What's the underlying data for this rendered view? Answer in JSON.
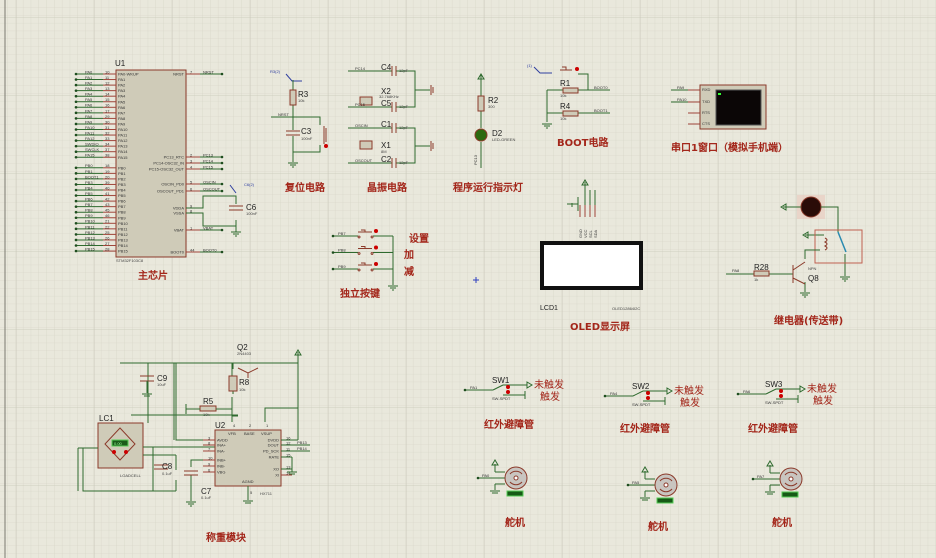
{
  "colors": {
    "background": "#e9e8dc",
    "grid": "#d3d2c4",
    "wire": "#2e6a2e",
    "component": "#8b3a2a",
    "label": "#a3261a",
    "probe": "#3040a0"
  },
  "u1": {
    "ref": "U1",
    "part": "STM32F103C8",
    "section_label": "主芯片",
    "left_pins": [
      {
        "net": "PA0",
        "num": "10",
        "name": "PA0-WKUP"
      },
      {
        "net": "PA1",
        "num": "11",
        "name": "PA1"
      },
      {
        "net": "PA2",
        "num": "12",
        "name": "PA2"
      },
      {
        "net": "PA3",
        "num": "13",
        "name": "PA3"
      },
      {
        "net": "PA4",
        "num": "14",
        "name": "PA4"
      },
      {
        "net": "PA5",
        "num": "15",
        "name": "PA5"
      },
      {
        "net": "PA6",
        "num": "16",
        "name": "PA6"
      },
      {
        "net": "PA7",
        "num": "17",
        "name": "PA7"
      },
      {
        "net": "PA8",
        "num": "29",
        "name": "PA8"
      },
      {
        "net": "PA9",
        "num": "30",
        "name": "PA9"
      },
      {
        "net": "PA10",
        "num": "31",
        "name": "PA10"
      },
      {
        "net": "PA11",
        "num": "32",
        "name": "PA11"
      },
      {
        "net": "PA12",
        "num": "33",
        "name": "PA12"
      },
      {
        "net": "SWDIO",
        "num": "34",
        "name": "PA13"
      },
      {
        "net": "SWCLK",
        "num": "37",
        "name": "PA14"
      },
      {
        "net": "PA15",
        "num": "38",
        "name": "PA15"
      },
      {
        "net": "PB0",
        "num": "18",
        "name": "PB0"
      },
      {
        "net": "PB1",
        "num": "19",
        "name": "PB1"
      },
      {
        "net": "BOOT1",
        "num": "20",
        "name": "PB2"
      },
      {
        "net": "PB3",
        "num": "39",
        "name": "PB3"
      },
      {
        "net": "PB4",
        "num": "40",
        "name": "PB4"
      },
      {
        "net": "PB5",
        "num": "41",
        "name": "PB5"
      },
      {
        "net": "PB6",
        "num": "42",
        "name": "PB6"
      },
      {
        "net": "PB7",
        "num": "43",
        "name": "PB7"
      },
      {
        "net": "PB8",
        "num": "45",
        "name": "PB8"
      },
      {
        "net": "PB9",
        "num": "46",
        "name": "PB9"
      },
      {
        "net": "PB10",
        "num": "21",
        "name": "PB10"
      },
      {
        "net": "PB11",
        "num": "22",
        "name": "PB11"
      },
      {
        "net": "PB12",
        "num": "25",
        "name": "PB12"
      },
      {
        "net": "PB13",
        "num": "26",
        "name": "PB13"
      },
      {
        "net": "PB14",
        "num": "27",
        "name": "PB14"
      },
      {
        "net": "PB15",
        "num": "28",
        "name": "PB15"
      }
    ],
    "right_pins": [
      {
        "net": "NRST",
        "num": "7",
        "name": "NRST"
      },
      {
        "net": "PC13",
        "num": "2",
        "name": "PC13_RTC"
      },
      {
        "net": "PC14",
        "num": "3",
        "name": "PC14-OSC32_IN"
      },
      {
        "net": "PC15",
        "num": "4",
        "name": "PC15-OSC32_OUT"
      },
      {
        "net": "OSCIN",
        "num": "5",
        "name": "OSCIN_PD0"
      },
      {
        "net": "OSCOUT",
        "num": "6",
        "name": "OSCOUT_PD1"
      },
      {
        "net": "",
        "num": "9",
        "name": "VDDA"
      },
      {
        "net": "",
        "num": "8",
        "name": "VSSA"
      },
      {
        "net": "VBAT",
        "num": "1",
        "name": "VBAT"
      },
      {
        "net": "BOOT0",
        "num": "44",
        "name": "BOOT0"
      }
    ],
    "c6": {
      "ref": "C6",
      "value": "100nF",
      "probe": "C6(2)"
    }
  },
  "reset": {
    "section_label": "复位电路",
    "r3": {
      "ref": "R3",
      "value": "10k",
      "probe": "R3(2)"
    },
    "c3": {
      "ref": "C3",
      "value": "100nF"
    },
    "net": "NRST"
  },
  "crystal": {
    "section_label": "晶振电路",
    "c4": {
      "ref": "C4",
      "value": "12pF"
    },
    "x2": {
      "ref": "X2",
      "value": "32.768KHz"
    },
    "c5": {
      "ref": "C5",
      "value": "12pF"
    },
    "c1": {
      "ref": "C1",
      "value": "12pF"
    },
    "x1": {
      "ref": "X1",
      "value": "8M"
    },
    "c2": {
      "ref": "C2",
      "value": "12pF"
    },
    "nets": [
      "PC14",
      "PC15",
      "OSCIN",
      "OSCOUT"
    ]
  },
  "led": {
    "section_label": "程序运行指示灯",
    "r2": {
      "ref": "R2",
      "value": "300"
    },
    "d2": {
      "ref": "D2",
      "value": "LED-GREEN"
    },
    "net": "PC13"
  },
  "boot": {
    "section_label": "BOOT电路",
    "probe": "(1)",
    "r1": {
      "ref": "R1",
      "value": "10k"
    },
    "r4": {
      "ref": "R4",
      "value": "10k"
    },
    "nets": [
      "BOOT0",
      "BOOT1"
    ]
  },
  "serial": {
    "section_label": "串口1窗口（模拟手机端）",
    "pins": [
      "RXD",
      "TXD",
      "RTS",
      "CTS"
    ],
    "nets": [
      "PA9",
      "PA10"
    ]
  },
  "keys": {
    "section_label": "独立按键",
    "nets": [
      "PB7",
      "PB8",
      "PB9"
    ],
    "labels": [
      "设置",
      "加",
      "减"
    ]
  },
  "oled": {
    "section_label": "OLED显示屏",
    "ref": "LCD1",
    "part": "OLED12864I2C",
    "pins": [
      "GND",
      "VCC",
      "SCL",
      "SDA"
    ]
  },
  "relay": {
    "section_label": "继电器(传送带)",
    "r28": {
      "ref": "R28",
      "value": "1k"
    },
    "q8": {
      "ref": "Q8",
      "type": "NPN"
    },
    "net": "PA8"
  },
  "scale": {
    "section_label": "称重模块",
    "lc1": {
      "ref": "LC1",
      "part": "LOADCELL",
      "display": "0.00"
    },
    "u2": {
      "ref": "U2",
      "part": "HX711",
      "left_pins": [
        {
          "num": "3",
          "name": "AVDD"
        },
        {
          "num": "8",
          "name": "INA+"
        },
        {
          "num": "7",
          "name": "INA-"
        },
        {
          "num": "10",
          "name": "INB+"
        },
        {
          "num": "9",
          "name": "INB-"
        },
        {
          "num": "6",
          "name": "VBG"
        }
      ],
      "top_pins": [
        {
          "num": "4",
          "name": "VFB"
        },
        {
          "num": "2",
          "name": "BASE"
        },
        {
          "num": "1",
          "name": "VSUP"
        }
      ],
      "right_pins": [
        {
          "num": "16",
          "name": "DVDD"
        },
        {
          "num": "12",
          "name": "DOUT"
        },
        {
          "num": "11",
          "name": "PD_SCK"
        },
        {
          "num": "15",
          "name": "RATE"
        },
        {
          "num": "13",
          "name": "XO"
        },
        {
          "num": "14",
          "name": "XI"
        }
      ],
      "bottom_pin": {
        "num": "5",
        "name": "AGND"
      },
      "nets": [
        "PB13",
        "PB14"
      ]
    },
    "q2": {
      "ref": "Q2",
      "value": "2N4403"
    },
    "r8": {
      "ref": "R8",
      "value": "10k"
    },
    "r5": {
      "ref": "R5",
      "value": "10k"
    },
    "c9": {
      "ref": "C9",
      "value": "10uF"
    },
    "c8": {
      "ref": "C8",
      "value": "0.1uF"
    },
    "c7": {
      "ref": "C7",
      "value": "0.1uF"
    }
  },
  "ir_sensors": [
    {
      "ref": "SW1",
      "part": "SW-SPDT",
      "net": "PA1",
      "off": "未触发",
      "on": "触发",
      "section_label": "红外避障管"
    },
    {
      "ref": "SW2",
      "part": "SW-SPDT",
      "net": "PA4",
      "off": "未触发",
      "on": "触发",
      "section_label": "红外避障管"
    },
    {
      "ref": "SW3",
      "part": "SW-SPDT",
      "net": "PA6",
      "off": "未触发",
      "on": "触发",
      "section_label": "红外避障管"
    }
  ],
  "servos": [
    {
      "net": "PA0",
      "section_label": "舵机"
    },
    {
      "net": "PA5",
      "section_label": "舵机"
    },
    {
      "net": "PA7",
      "section_label": "舵机"
    }
  ]
}
